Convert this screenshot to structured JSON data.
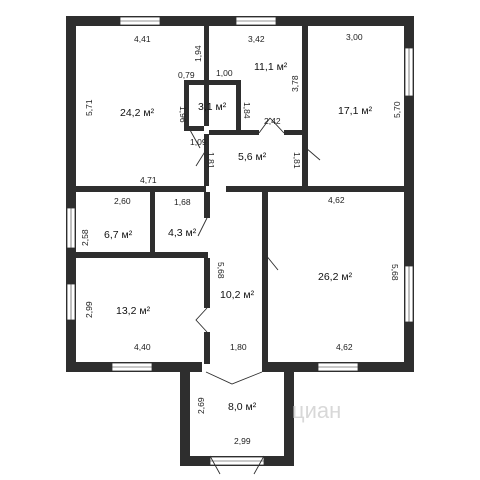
{
  "rooms": {
    "top_left": {
      "area": "24,2 м²",
      "width": "4,41",
      "height": "5,71"
    },
    "closet": {
      "area": "3,1 м²",
      "w_left": "0,79",
      "w_top": "1,00",
      "h_side": "1,94",
      "h_left": "1,96",
      "w_bottom": "1,09",
      "h_right": "1,84"
    },
    "top_middle": {
      "area": "11,1 м²",
      "width": "3,42",
      "height": "3,78",
      "w_bottom": "2,42"
    },
    "top_right": {
      "area": "17,1 м²",
      "width": "3,00",
      "height": "5,70"
    },
    "vestibule": {
      "area": "5,6 м²",
      "h_left": "1,81",
      "h_right": "1,81"
    },
    "mid_left": {
      "area": "6,7 м²",
      "width": "2,60",
      "height": "2,58"
    },
    "mid_closet": {
      "area": "4,3 м²",
      "width": "1,68"
    },
    "hall": {
      "area": "10,2 м²",
      "height": "5,68",
      "width": "1,80"
    },
    "right_big": {
      "area": "26,2 м²",
      "w_top": "4,62",
      "height": "5,68",
      "w_bottom": "4,62"
    },
    "bottom_left": {
      "area": "13,2 м²",
      "width": "4,40",
      "height": "2,99"
    },
    "porch": {
      "area": "8,0 м²",
      "width": "2,99",
      "height": "2,69"
    },
    "top_left_bottom_w": "4,71"
  },
  "watermark": "циан",
  "colors": {
    "wall": "#2e2e2e",
    "background": "#ffffff"
  }
}
